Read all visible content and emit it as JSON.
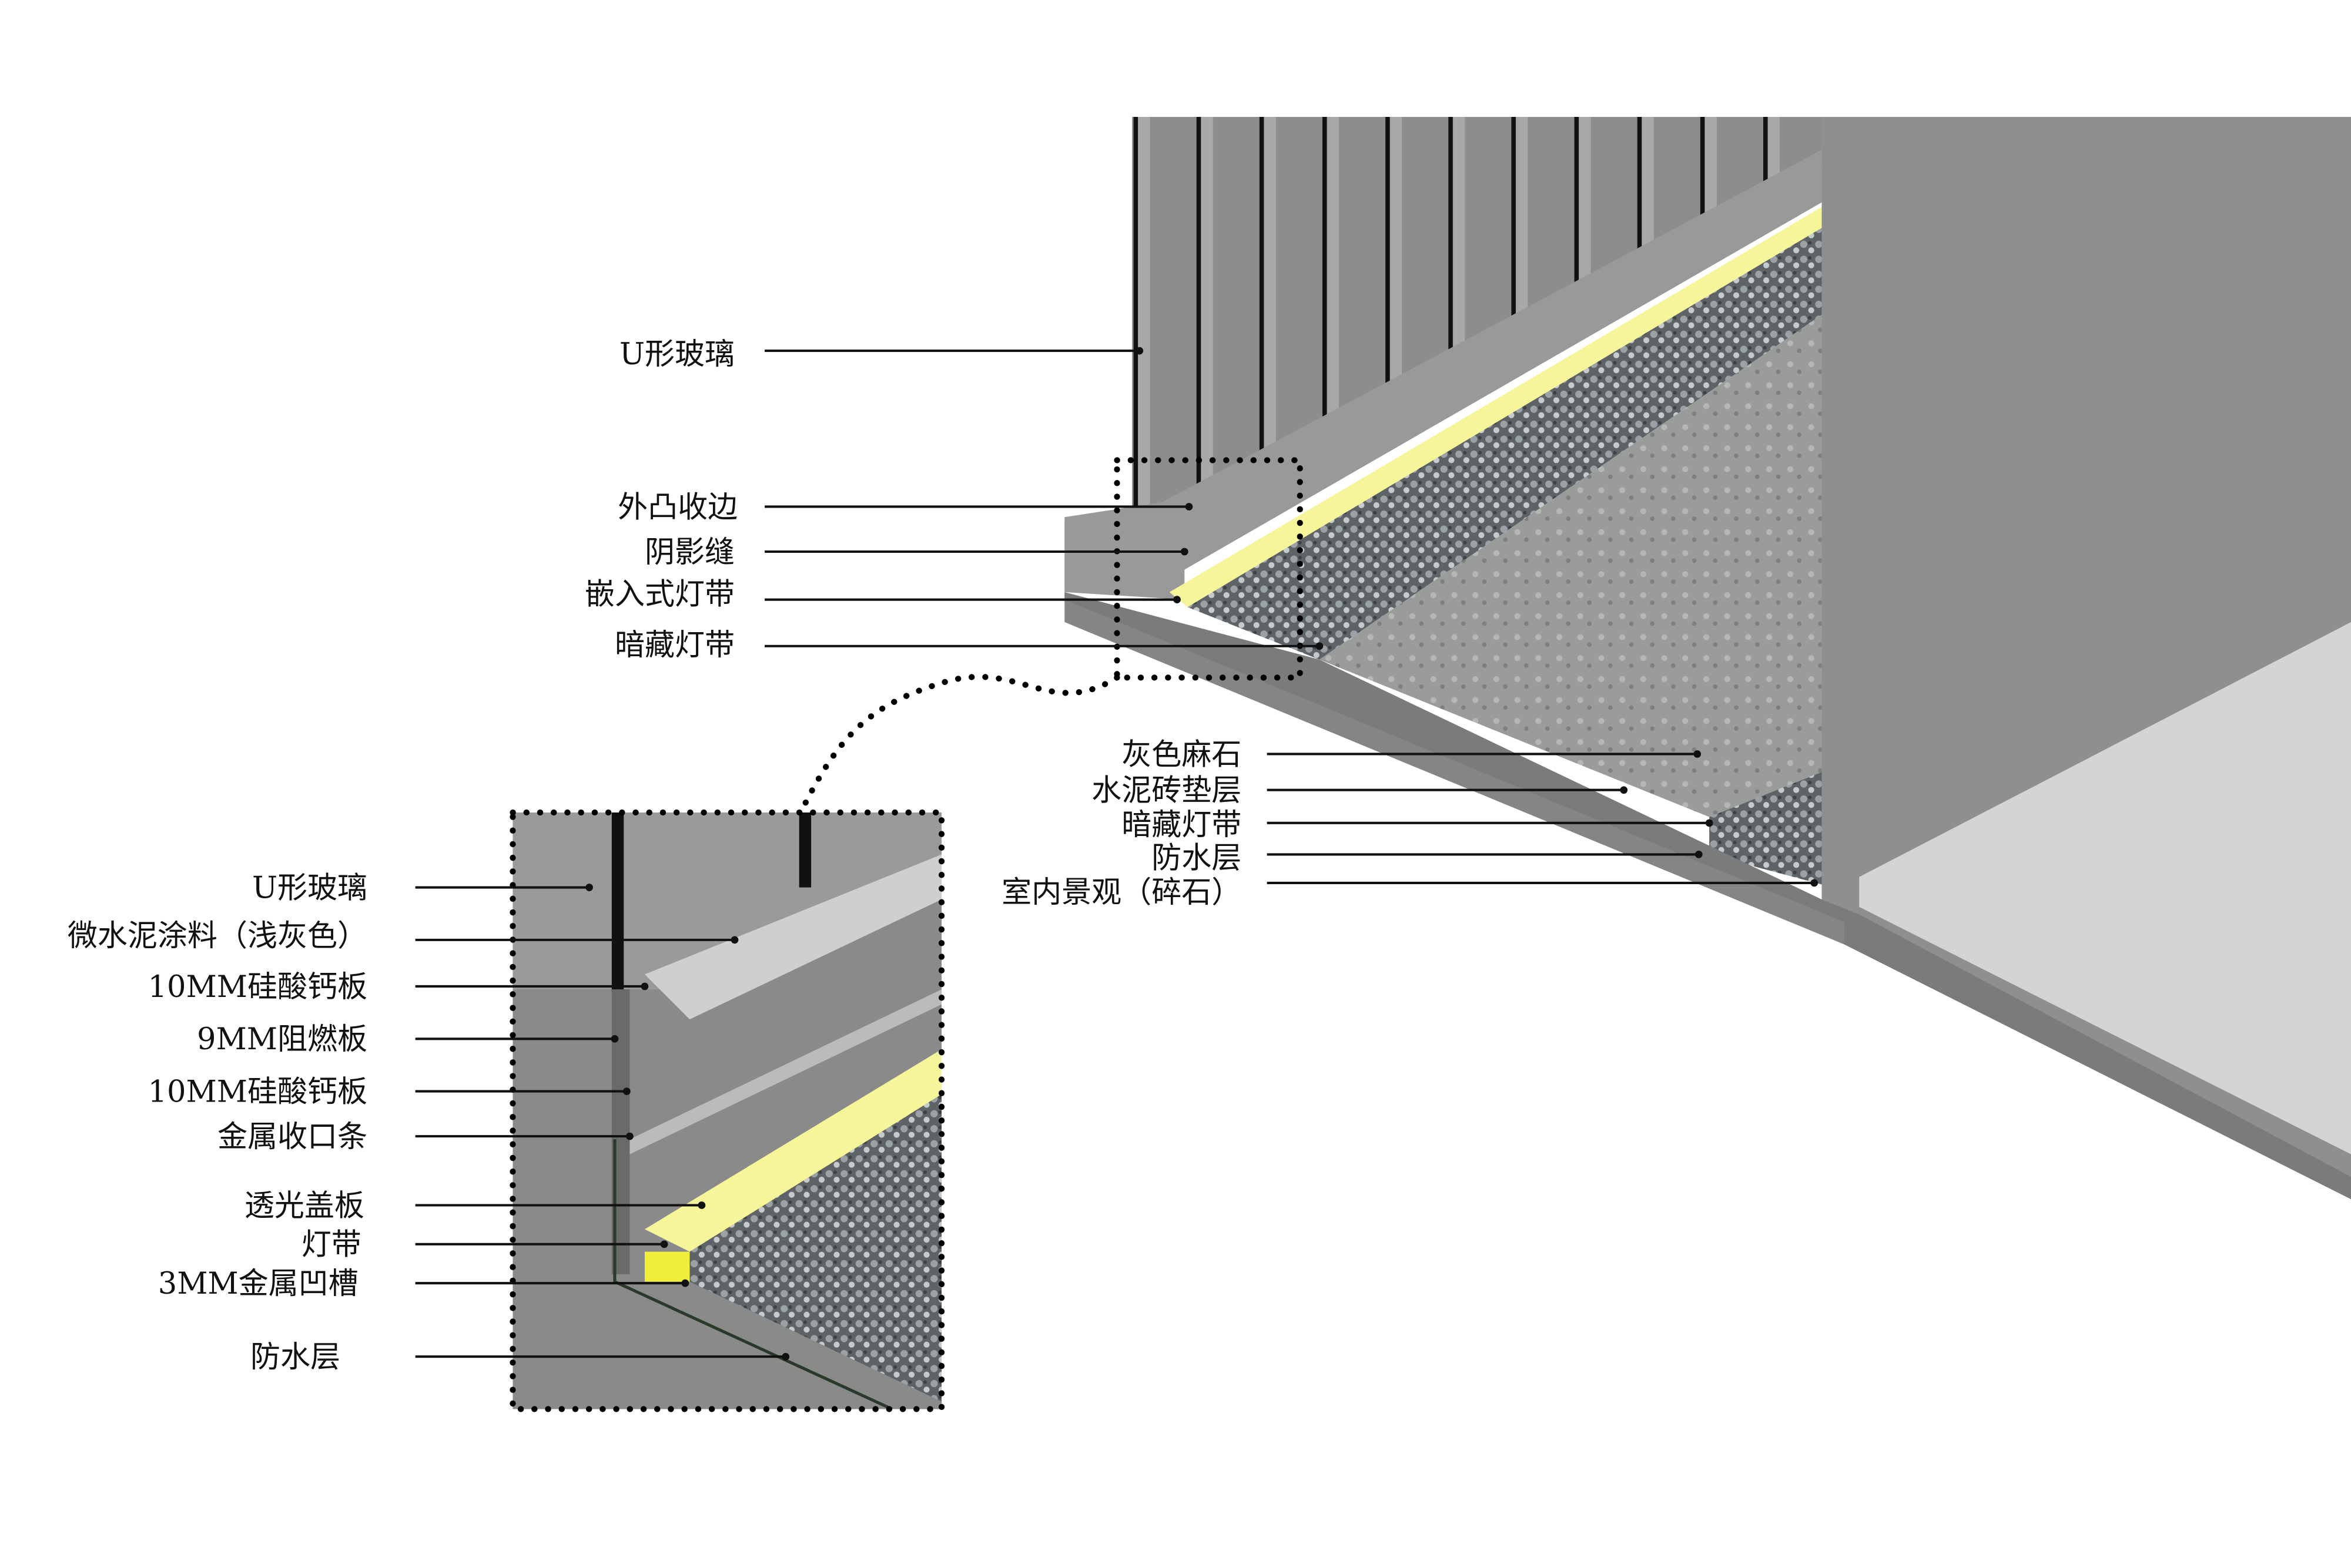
{
  "main_callouts": [
    {
      "label": "U形玻璃"
    },
    {
      "label": "外凸收边"
    },
    {
      "label": "阴影缝"
    },
    {
      "label": "嵌入式灯带"
    },
    {
      "label": "暗藏灯带"
    }
  ],
  "floor_callouts": [
    {
      "label": "灰色麻石"
    },
    {
      "label": "水泥砖垫层"
    },
    {
      "label": "暗藏灯带"
    },
    {
      "label": "防水层"
    },
    {
      "label": "室内景观（碎石）"
    }
  ],
  "detail_callouts": [
    {
      "label": "U形玻璃"
    },
    {
      "label": "微水泥涂料（浅灰色）"
    },
    {
      "label": "10MM硅酸钙板"
    },
    {
      "label": "9MM阻燃板"
    },
    {
      "label": "10MM硅酸钙板"
    },
    {
      "label": "金属收口条"
    },
    {
      "label": "透光盖板"
    },
    {
      "label": "灯带"
    },
    {
      "label": "3MM金属凹槽"
    },
    {
      "label": "防水层"
    }
  ],
  "colors": {
    "concrete": "#8a8a8a",
    "light_strip": "#f7f59a",
    "gravel": "#6f7578",
    "terrazzo": "#9a9c9a",
    "floor": "#d4d4d2"
  }
}
